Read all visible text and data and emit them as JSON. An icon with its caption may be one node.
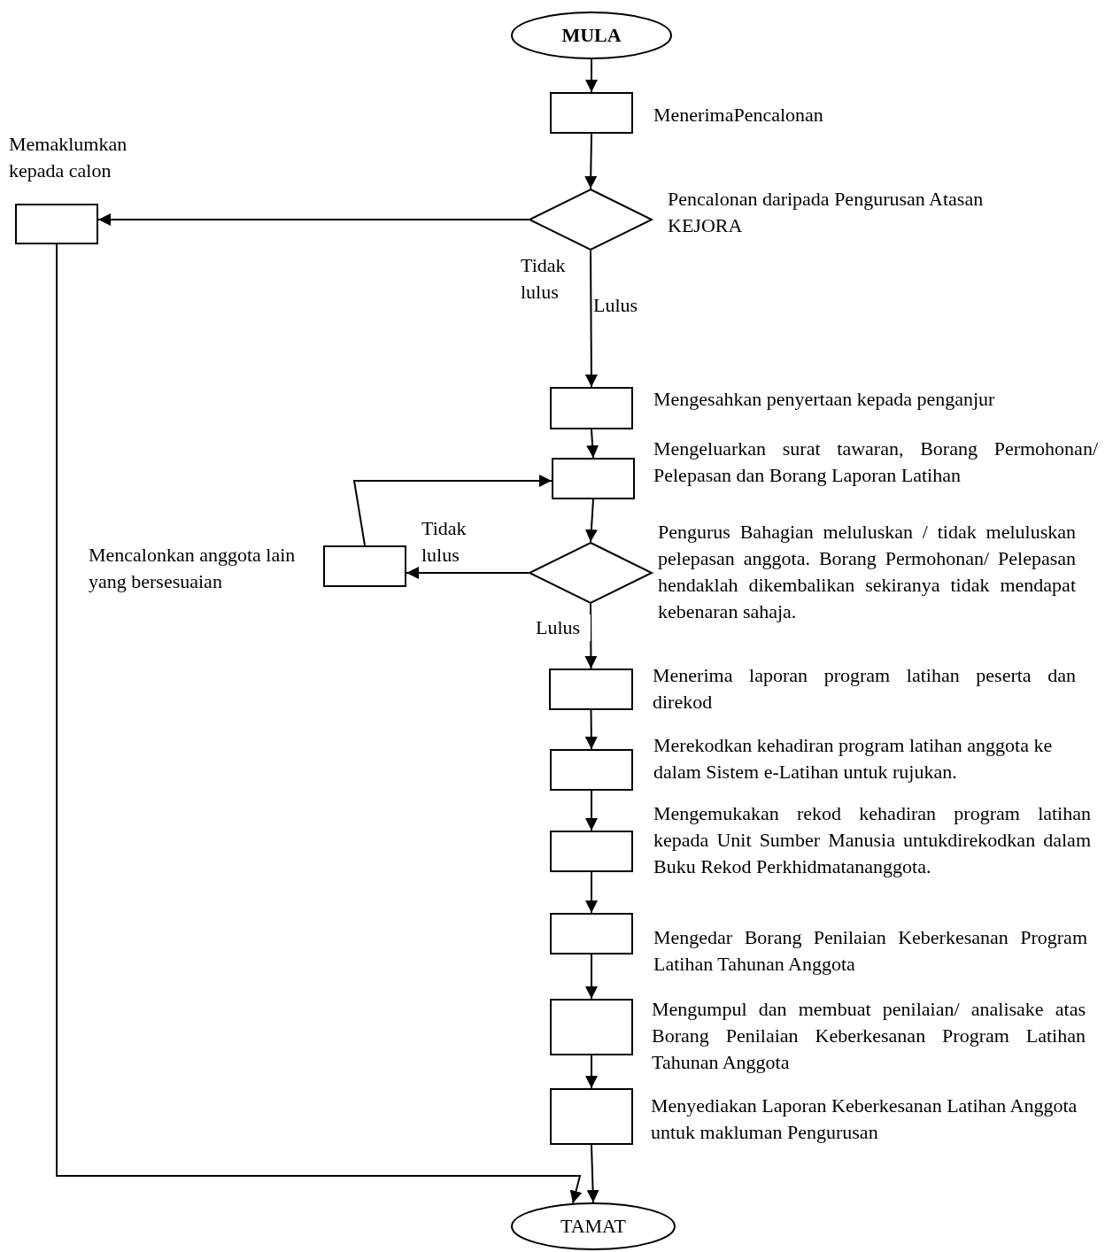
{
  "diagram": {
    "nodes": [
      {
        "text": [
          "MULA"
        ]
      },
      {
        "text": [],
        "shape": "box",
        "beside": [
          "MenerimaPencalonan"
        ]
      },
      {
        "text": [],
        "shape": "diamond",
        "beside": [
          "Pencalonan daripada Pengurusan Atasan KEJORA"
        ]
      },
      {
        "text": [],
        "shape": "box",
        "beside": [
          "Memaklumkan kepada calon"
        ]
      },
      {
        "text": [],
        "shape": "box",
        "beside": [
          "Mengesahkan penyertaan kepada penganjur"
        ]
      },
      {
        "text": [],
        "shape": "box",
        "beside": [
          "Mengeluarkan surat tawaran, Borang Permohonan/ Pelepasan dan Borang Laporan Latihan"
        ]
      },
      {
        "text": [],
        "shape": "diamond",
        "beside": [
          "Pengurus Bahagian meluluskan / tidak meluluskan pelepasan anggota. Borang Permohonan/ Pelepasan hendaklah dikembalikan sekiranya tidak mendapat kebenaran sahaja."
        ]
      },
      {
        "text": [],
        "shape": "box",
        "beside": [
          "Mencalonkan anggota lain yang bersesuaian"
        ]
      },
      {
        "text": [],
        "shape": "box",
        "beside": [
          "Menerima laporan program latihan peserta dan direkod"
        ]
      },
      {
        "text": [],
        "shape": "box",
        "beside": [
          "Merekodkan kehadiran program latihan anggota ke dalam Sistem e-Latihan untuk rujukan."
        ]
      },
      {
        "text": [],
        "shape": "box",
        "beside": [
          "Mengemukakan rekod kehadiran program latihan kepada Unit Sumber Manusia untukdirekodkan dalam Buku Rekod Perkhidmatananggota."
        ]
      },
      {
        "text": [],
        "shape": "box",
        "beside": [
          "Mengedar Borang Penilaian Keberkesanan Program Latihan Tahunan Anggota"
        ]
      },
      {
        "text": [],
        "shape": "box",
        "beside": [
          "Mengumpul dan membuat penilaian/ analisake atas Borang Penilaian Keberkesanan Program Latihan Tahunan Anggota"
        ]
      },
      {
        "text": [],
        "shape": "box",
        "beside": [
          "Menyediakan Laporan Keberkesanan Latihan Anggota untuk makluman Pengurusan"
        ]
      },
      {
        "text": [
          "TAMAT"
        ]
      }
    ],
    "edges": [
      {
        "from": 0,
        "to": 1,
        "arrow": "to"
      },
      {
        "from": 1,
        "to": 2,
        "arrow": "to"
      },
      {
        "from": 2,
        "to": 3,
        "arrow": "to",
        "label": "Tidak lulus"
      },
      {
        "from": 2,
        "to": 4,
        "arrow": "to",
        "label": "Lulus"
      },
      {
        "from": 4,
        "to": 5,
        "arrow": "to"
      },
      {
        "from": 5,
        "to": 6,
        "arrow": "to"
      },
      {
        "from": 6,
        "to": 7,
        "arrow": "to",
        "label": "Tidak lulus"
      },
      {
        "from": 7,
        "to": 5,
        "arrow": "to"
      },
      {
        "from": 6,
        "to": 8,
        "arrow": "to",
        "label": "Lulus"
      },
      {
        "from": 8,
        "to": 9,
        "arrow": "to"
      },
      {
        "from": 9,
        "to": 10,
        "arrow": "to"
      },
      {
        "from": 10,
        "to": 11,
        "arrow": "to"
      },
      {
        "from": 11,
        "to": 12,
        "arrow": "to"
      },
      {
        "from": 12,
        "to": 13,
        "arrow": "to"
      },
      {
        "from": 13,
        "to": 14,
        "arrow": "to"
      },
      {
        "from": 3,
        "to": 14,
        "arrow": "to"
      }
    ]
  }
}
